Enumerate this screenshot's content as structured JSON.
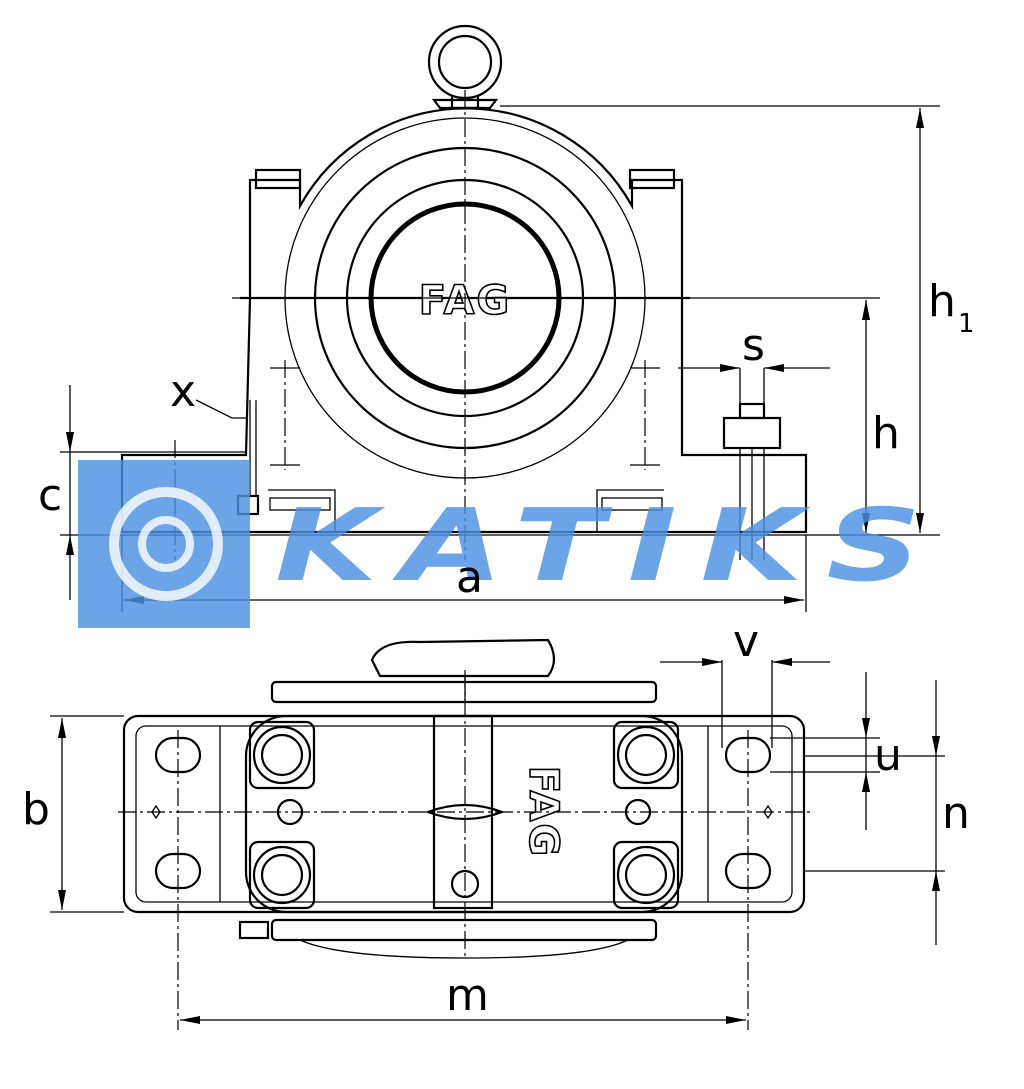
{
  "brand_marking": "FAG",
  "watermark": {
    "text": "KATIKS",
    "color": "#4a90e2"
  },
  "dimension_labels": {
    "h1": "h",
    "h1_sub": "1",
    "h": "h",
    "s": "s",
    "x": "x",
    "c": "c",
    "a": "a",
    "v": "v",
    "u": "u",
    "b": "b",
    "n": "n",
    "m": "m"
  },
  "icons": [
    "eye-bolt-icon",
    "watermark-logo-icon",
    "arrow-icon"
  ]
}
